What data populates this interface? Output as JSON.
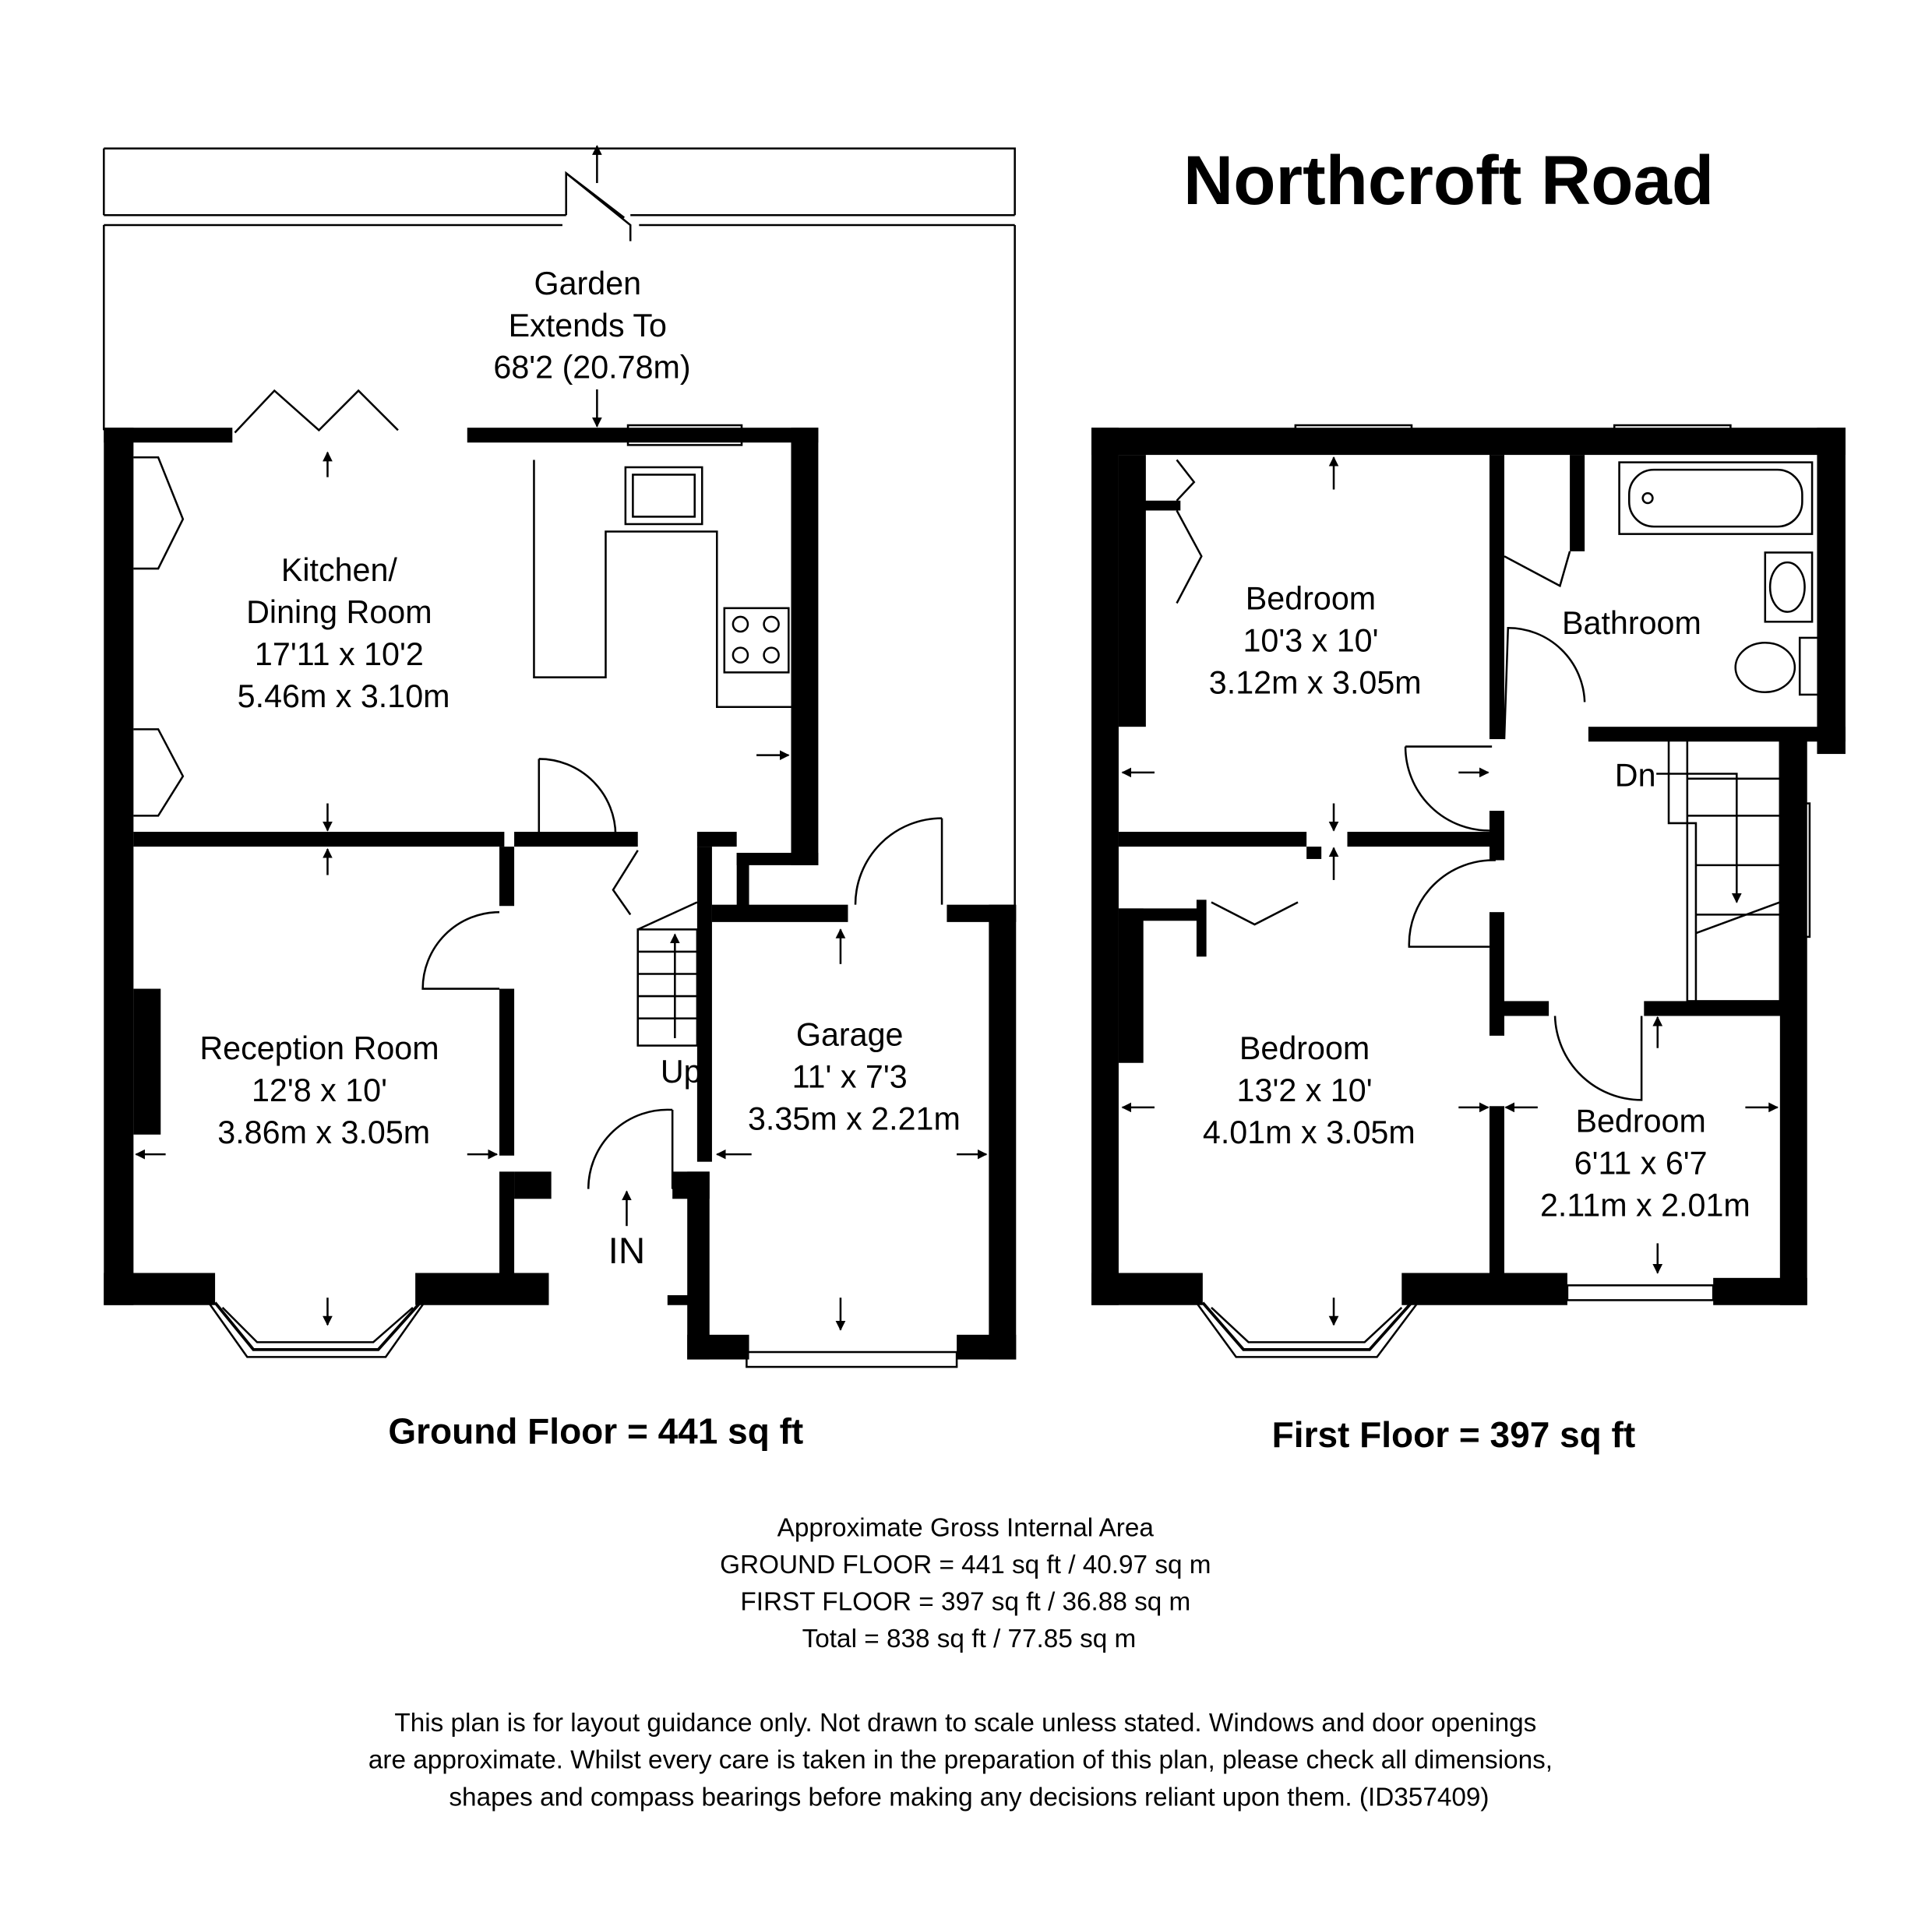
{
  "title": "Northcroft Road",
  "garden": {
    "line1": "Garden",
    "line2": "Extends To",
    "line3": "68'2 (20.78m)"
  },
  "ground_floor": {
    "label": "Ground Floor = 441 sq ft",
    "rooms": {
      "kitchen": {
        "name1": "Kitchen/",
        "name2": "Dining Room",
        "imperial": "17'11 x 10'2",
        "metric": "5.46m x 3.10m"
      },
      "reception": {
        "name": "Reception Room",
        "imperial": "12'8 x 10'",
        "metric": "3.86m x 3.05m"
      },
      "garage": {
        "name": "Garage",
        "imperial": "11' x 7'3",
        "metric": "3.35m x 2.21m"
      }
    },
    "stairs_label": "Up",
    "entrance_label": "IN"
  },
  "first_floor": {
    "label": "First Floor = 397 sq ft",
    "rooms": {
      "bedroom1": {
        "name": "Bedroom",
        "imperial": "10'3 x 10'",
        "metric": "3.12m x 3.05m"
      },
      "bathroom": {
        "name": "Bathroom"
      },
      "bedroom2": {
        "name": "Bedroom",
        "imperial": "13'2 x 10'",
        "metric": "4.01m x 3.05m"
      },
      "bedroom3": {
        "name": "Bedroom",
        "imperial": "6'11 x 6'7",
        "metric": "2.11m x 2.01m"
      }
    },
    "stairs_label": "Dn"
  },
  "area_summary": {
    "heading": "Approximate Gross Internal Area",
    "ground": "GROUND FLOOR = 441 sq ft / 40.97 sq m",
    "first": "FIRST FLOOR = 397 sq ft / 36.88 sq m",
    "total": "Total = 838 sq ft / 77.85 sq m"
  },
  "disclaimer": {
    "line1": "This plan is for layout guidance only. Not drawn to scale unless stated. Windows and door openings",
    "line2": "are approximate. Whilst every care is taken in the preparation of this plan, please check all dimensions,",
    "line3": "shapes and compass bearings before making any decisions reliant upon them. (ID357409)"
  }
}
